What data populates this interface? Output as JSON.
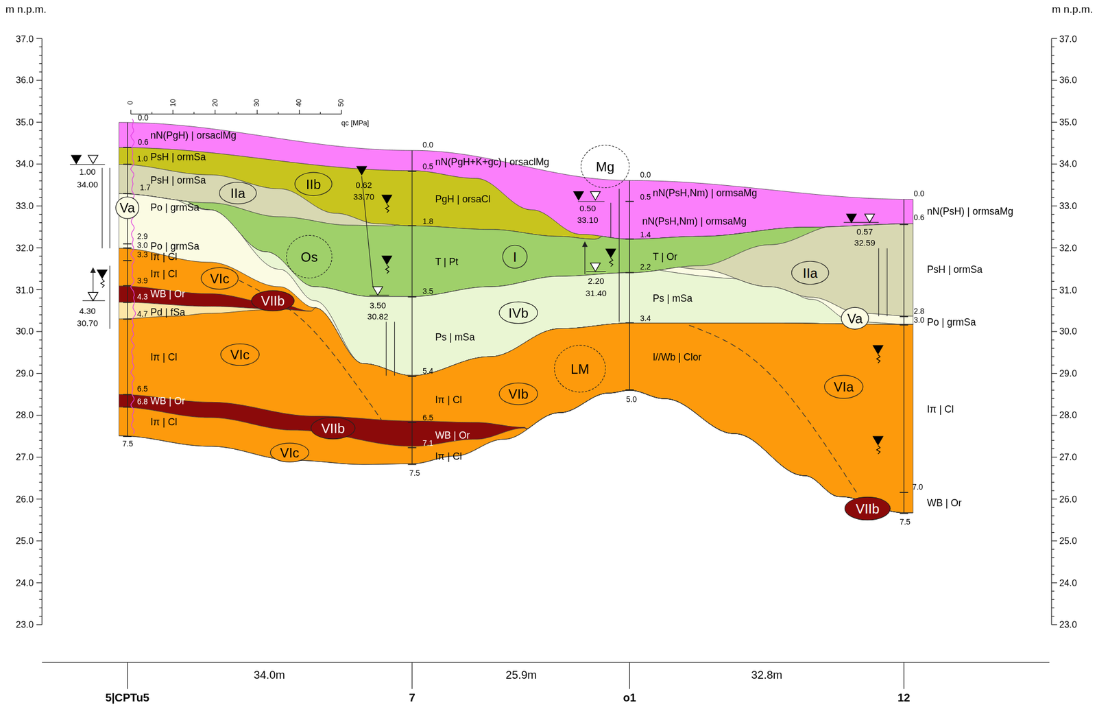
{
  "diagram": {
    "nodes": [
      {
        "text": [
          "Va"
        ]
      },
      {
        "text": [
          "IIa"
        ]
      },
      {
        "text": [
          "IIb"
        ]
      },
      {
        "text": [
          "Os"
        ]
      },
      {
        "text": [
          "VIc"
        ]
      },
      {
        "text": [
          "VIIb"
        ]
      },
      {
        "text": [
          "VIc"
        ]
      },
      {
        "text": [
          "VIIb"
        ]
      },
      {
        "text": [
          "VIc"
        ]
      },
      {
        "text": [
          "I"
        ]
      },
      {
        "text": [
          "IVb"
        ]
      },
      {
        "text": [
          "VIb"
        ]
      },
      {
        "text": [
          "Mg"
        ]
      },
      {
        "text": [
          "LM"
        ]
      },
      {
        "text": [
          "IIa"
        ]
      },
      {
        "text": [
          "Va"
        ]
      },
      {
        "text": [
          "VIa"
        ]
      },
      {
        "text": [
          "VIIb"
        ]
      }
    ],
    "labels": [
      "m n.p.m.",
      "m n.p.m.",
      "37.0",
      "36.0",
      "35.0",
      "34.0",
      "33.0",
      "32.0",
      "31.0",
      "30.0",
      "29.0",
      "28.0",
      "27.0",
      "26.0",
      "25.0",
      "24.0",
      "23.0",
      "37.0",
      "36.0",
      "35.0",
      "34.0",
      "33.0",
      "32.0",
      "31.0",
      "30.0",
      "29.0",
      "28.0",
      "27.0",
      "26.0",
      "25.0",
      "24.0",
      "23.0",
      "0",
      "10",
      "20",
      "30",
      "40",
      "50",
      "0.0",
      "qc [MPa]",
      "nN(PgH) | orsaclMg",
      "0.6",
      "1.0",
      "PsH | ormSa",
      "PsH | ormSa",
      "1.7",
      "Po | grmSa",
      "2.9",
      "3.0",
      "Po | grmSa",
      "3.3",
      "Iπ | Cl",
      "Iπ | Cl",
      "3.9",
      "4.3",
      "WB | Or",
      "4.7",
      "Pd | fSa",
      "Iπ | Cl",
      "6.5",
      "6.8",
      "WB | Or",
      "Iπ | Cl",
      "7.5",
      "0.0",
      "0.5",
      "nN(PgH+K+gc) | orsaclMg",
      "PgH | orsaCl",
      "1.8",
      "T | Pt",
      "3.5",
      "Ps | mSa",
      "5.4",
      "Iπ | Cl",
      "6.5",
      "WB | Or",
      "7.1",
      "Iπ | Cl",
      "7.5",
      "0.0",
      "0.5",
      "nN(PsH,Nm) | ormsaMg",
      "nN(PsH,Nm) | ormsaMg",
      "1.4",
      "T | Or",
      "2.2",
      "Ps | mSa",
      "3.4",
      "I//Wb | Clor",
      "5.0",
      "0.0",
      "0.6",
      "nN(PsH) | ormsaMg",
      "PsH | ormSa",
      "2.8",
      "3.0",
      "Po | grmSa",
      "Iπ | Cl",
      "7.0",
      "WB | Or",
      "7.5",
      "1.00",
      "34.00",
      "4.30",
      "30.70",
      "0.62",
      "33.70",
      "3.50",
      "30.82",
      "0.50",
      "33.10",
      "2.20",
      "31.40",
      "0.57",
      "32.59",
      "34.0m",
      "25.9m",
      "32.8m",
      "5|CPTu5",
      "7",
      "o1",
      "12"
    ]
  }
}
